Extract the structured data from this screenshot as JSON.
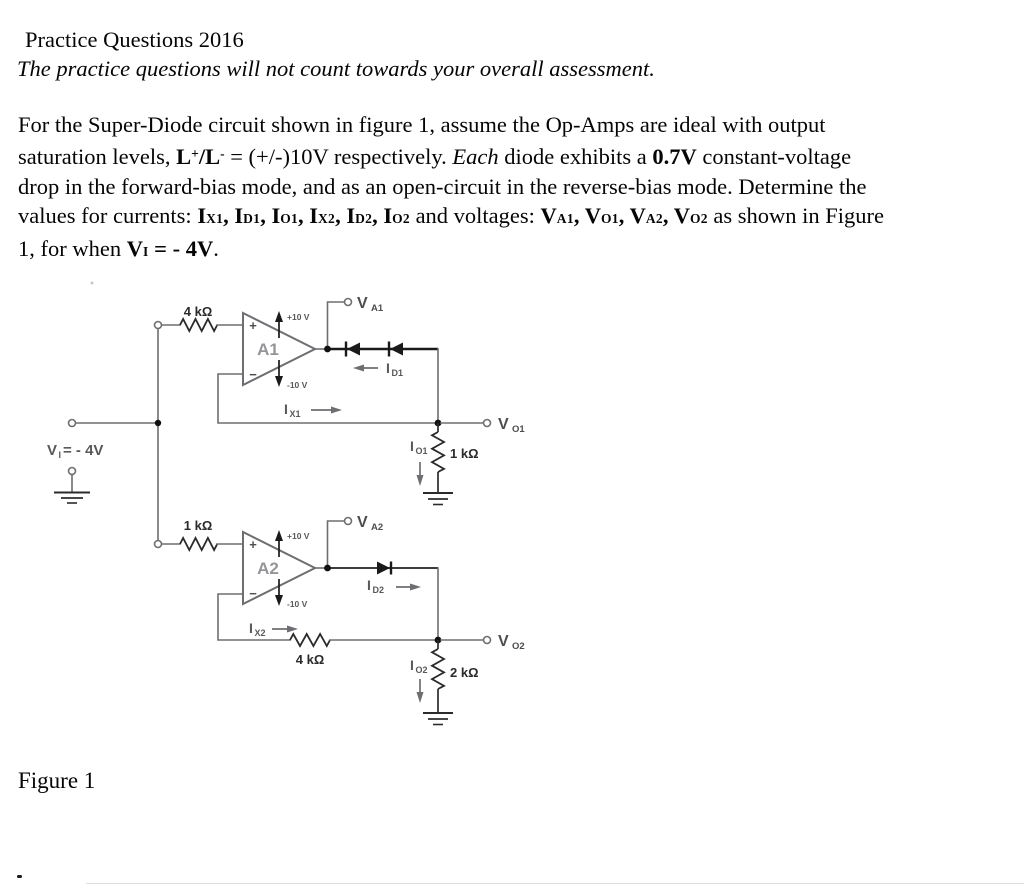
{
  "header": {
    "title": "Practice Questions 2016",
    "subtitle": "The practice questions will not count towards your overall assessment."
  },
  "intro": {
    "lines": [
      [
        {
          "t": "For the Super-Diode circuit shown in figure 1, assume the Op-Amps are ideal with output"
        }
      ],
      [
        {
          "t": "saturation levels, "
        },
        {
          "t": "L",
          "b": true
        },
        {
          "t": "+",
          "b": true,
          "sup": true
        },
        {
          "t": "/",
          "b": true
        },
        {
          "t": "L",
          "b": true
        },
        {
          "t": "-",
          "b": true,
          "sup": true
        },
        {
          "t": " = (+/-)10V respectively. "
        },
        {
          "t": "Each",
          "i": true
        },
        {
          "t": " diode exhibits a "
        },
        {
          "t": "0.7V",
          "b": true
        },
        {
          "t": " constant-voltage"
        }
      ],
      [
        {
          "t": "drop in the forward-bias mode, and as an open-circuit in the reverse-bias mode. Determine the"
        }
      ],
      [
        {
          "t": "values for currents: "
        },
        {
          "t": "I",
          "b": true
        },
        {
          "t": "X1",
          "b": true,
          "sub": true
        },
        {
          "t": ", ",
          "b": true
        },
        {
          "t": "I",
          "b": true
        },
        {
          "t": "D1",
          "b": true,
          "sub": true
        },
        {
          "t": ", ",
          "b": true
        },
        {
          "t": "I",
          "b": true
        },
        {
          "t": "O1",
          "b": true,
          "sub": true
        },
        {
          "t": ", ",
          "b": true
        },
        {
          "t": "I",
          "b": true
        },
        {
          "t": "X2",
          "b": true,
          "sub": true
        },
        {
          "t": ", ",
          "b": true
        },
        {
          "t": "I",
          "b": true
        },
        {
          "t": "D2",
          "b": true,
          "sub": true
        },
        {
          "t": ", ",
          "b": true
        },
        {
          "t": "I",
          "b": true
        },
        {
          "t": "O2",
          "b": true,
          "sub": true
        },
        {
          "t": " and voltages: "
        },
        {
          "t": "V",
          "b": true
        },
        {
          "t": "A1",
          "b": true,
          "sub": true
        },
        {
          "t": ", ",
          "b": true
        },
        {
          "t": "V",
          "b": true
        },
        {
          "t": "O1",
          "b": true,
          "sub": true
        },
        {
          "t": ", ",
          "b": true
        },
        {
          "t": "V",
          "b": true
        },
        {
          "t": "A2",
          "b": true,
          "sub": true
        },
        {
          "t": ", ",
          "b": true
        },
        {
          "t": "V",
          "b": true
        },
        {
          "t": "O2",
          "b": true,
          "sub": true
        },
        {
          "t": " as shown in Figure"
        }
      ],
      [
        {
          "t": "1, for when "
        },
        {
          "t": "V",
          "b": true
        },
        {
          "t": "I",
          "b": true,
          "sub": true
        },
        {
          "t": " = - 4V",
          "b": true
        },
        {
          "t": "."
        }
      ]
    ]
  },
  "circuit": {
    "vin": {
      "main": "V",
      "sub": "I",
      "eq": " = - 4V"
    },
    "opamps": {
      "a1": "A1",
      "a2": "A2"
    },
    "supplies": {
      "pos": "+10 V",
      "neg": "-10 V"
    },
    "signs": {
      "plus": "+",
      "minus": "−"
    },
    "resistors": {
      "rin1": "4 kΩ",
      "rin2": "1 kΩ",
      "rfb2": "4 kΩ",
      "rload1": "1 kΩ",
      "rload2": "2 kΩ"
    },
    "terminals": {
      "va1": {
        "main": "V",
        "sub": "A1"
      },
      "vo1": {
        "main": "V",
        "sub": "O1"
      },
      "va2": {
        "main": "V",
        "sub": "A2"
      },
      "vo2": {
        "main": "V",
        "sub": "O2"
      }
    },
    "currents": {
      "id1": {
        "main": "I",
        "sub": "D1"
      },
      "ix1": {
        "main": "I",
        "sub": "X1"
      },
      "io1": {
        "main": "I",
        "sub": "O1"
      },
      "id2": {
        "main": "I",
        "sub": "D2"
      },
      "ix2": {
        "main": "I",
        "sub": "X2"
      },
      "io2": {
        "main": "I",
        "sub": "O2"
      }
    }
  },
  "figure": {
    "caption": "Figure 1"
  }
}
